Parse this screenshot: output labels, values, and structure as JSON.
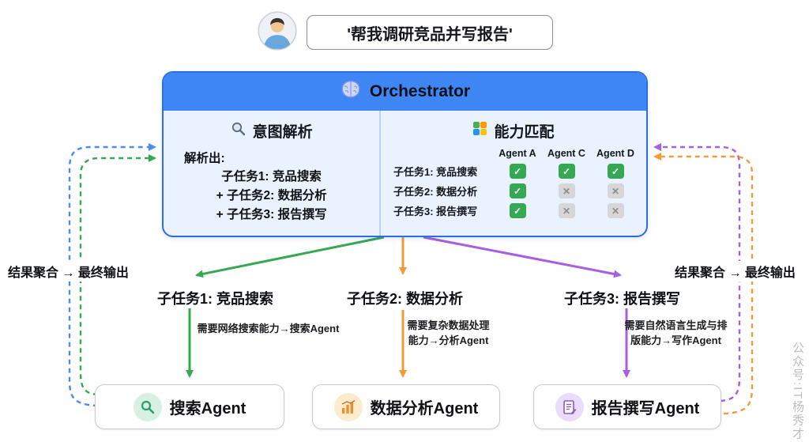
{
  "accent_colors": {
    "blue": "#3e86f4",
    "green": "#35a853",
    "orange": "#f29b38",
    "purple": "#a55fe0"
  },
  "user": {
    "query": "'帮我调研竞品并写报告'"
  },
  "orchestrator": {
    "title": "Orchestrator",
    "intent": {
      "heading": "意图解析",
      "parsed_label": "解析出:",
      "subtasks": [
        "子任务1: 竞品搜索",
        "+ 子任务2: 数据分析",
        "+ 子任务3: 报告撰写"
      ]
    },
    "capability": {
      "heading": "能力匹配",
      "agents": [
        "Agent A",
        "Agent C",
        "Agent D"
      ],
      "rows": [
        {
          "label": "子任务1: 竞品搜索",
          "matches": [
            true,
            true,
            true
          ]
        },
        {
          "label": "子任务2: 数据分析",
          "matches": [
            true,
            false,
            false
          ]
        },
        {
          "label": "子任务3: 报告撰写",
          "matches": [
            true,
            false,
            false
          ]
        }
      ]
    }
  },
  "branches": [
    {
      "label": "子任务1: 竞品搜索",
      "notes": [
        "需要网络搜索能力→搜索Agent"
      ],
      "agent": "搜索Agent"
    },
    {
      "label": "子任务2: 数据分析",
      "notes": [
        "需要复杂数据处理",
        "能力→分析Agent"
      ],
      "agent": "数据分析Agent"
    },
    {
      "label": "子任务3: 报告撰写",
      "notes": [
        "需要自然语言生成与排",
        "版能力→写作Agent"
      ],
      "agent": "报告撰写Agent"
    }
  ],
  "feedback": {
    "left_label": "结果聚合 → 最终输出",
    "right_label": "结果聚合 → 最终输出"
  },
  "watermark": "公众号:IT杨秀才"
}
